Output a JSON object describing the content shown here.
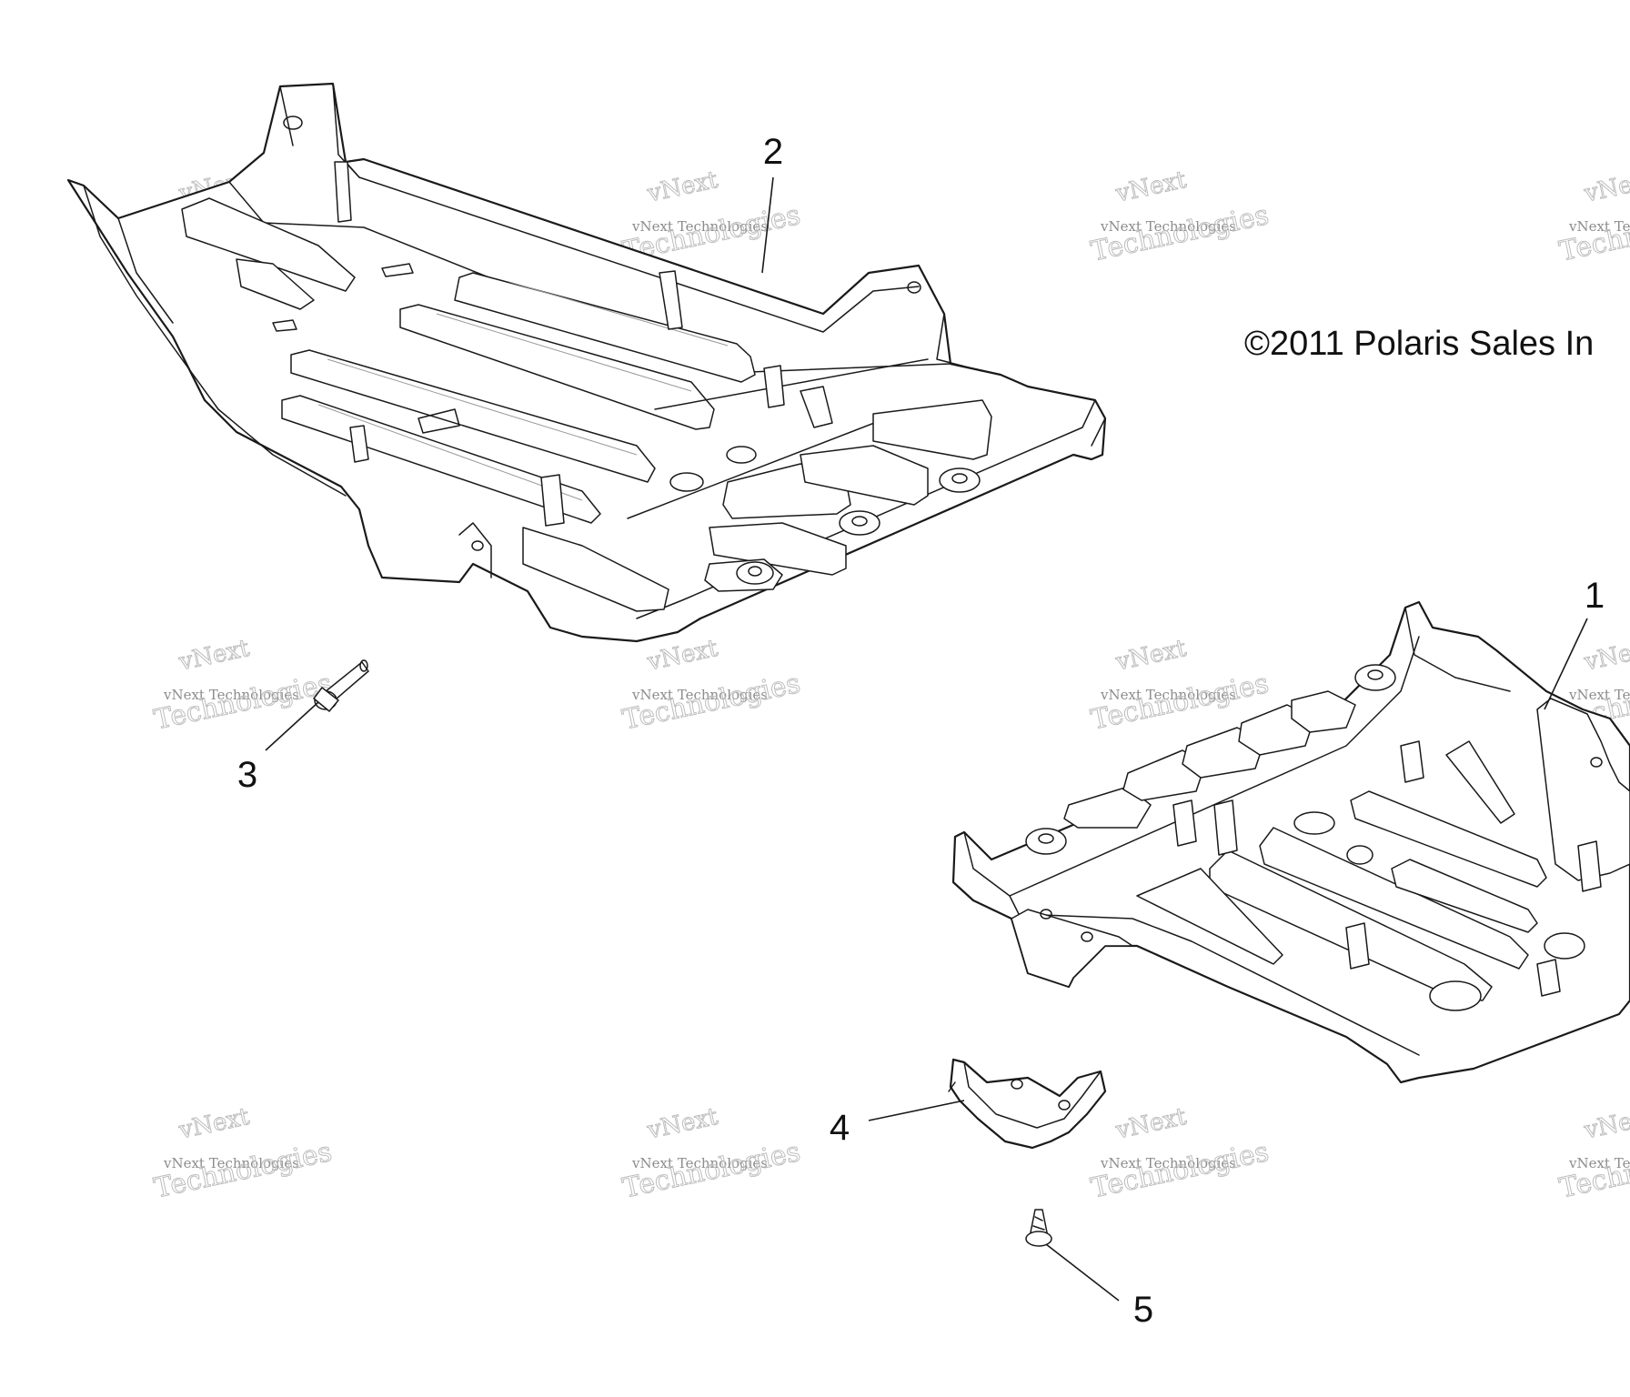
{
  "copyright": "©2011 Polaris Sales In",
  "callouts": [
    {
      "id": "1",
      "label": "1"
    },
    {
      "id": "2",
      "label": "2"
    },
    {
      "id": "3",
      "label": "3"
    },
    {
      "id": "4",
      "label": "4"
    },
    {
      "id": "5",
      "label": "5"
    }
  ],
  "watermark": {
    "line1": "vNext",
    "line2": "vNext Technologies",
    "line3": "Technologies"
  }
}
